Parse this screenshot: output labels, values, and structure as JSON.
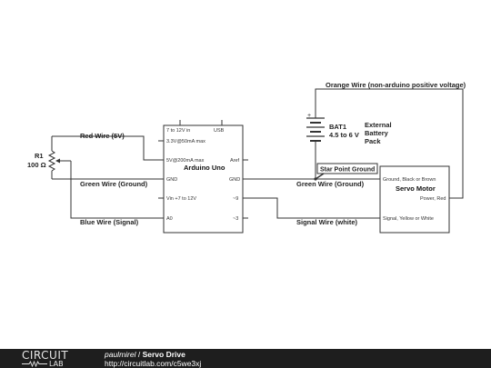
{
  "schematic": {
    "resistor": {
      "ref": "R1",
      "value": "100 Ω"
    },
    "arduino": {
      "name": "Arduino Uno",
      "pin_vin_top": "7 to 12V in",
      "pin_usb": "USB",
      "pin_3v3": "3.3V@50mA max",
      "pin_5v": "5V@200mA max",
      "pin_gnd_left": "GND",
      "pin_vin": "Vin +7 to 12V",
      "pin_a0": "A0",
      "pin_aref": "Aref",
      "pin_gnd_right": "GND",
      "pin_9": "~9",
      "pin_3": "~3"
    },
    "battery": {
      "ref": "BAT1",
      "value": "4.5 to 6 V",
      "note_line1": "External",
      "note_line2": "Battery",
      "note_line3": "Pack",
      "plus": "+"
    },
    "servo": {
      "name": "Servo Motor",
      "pin_ground": "Ground, Black or Brown",
      "pin_power": "Power, Red",
      "pin_signal": "Signal, Yellow or White"
    },
    "wires": {
      "red": "Red Wire (5V)",
      "green_left": "Green Wire (Ground)",
      "blue": "Blue Wire (Signal)",
      "green_right": "Green Wire (Ground)",
      "signal_white": "Signal Wire (white)",
      "orange": "Orange Wire (non-arduino positive voltage)"
    },
    "star_point": "Star Point Ground"
  },
  "footer": {
    "logo_top": "CIRCUIT",
    "logo_bottom": "LAB",
    "author": "paulmirel",
    "separator": " / ",
    "project": "Servo Drive",
    "url": "http://circuitlab.com/c5we3xj"
  }
}
